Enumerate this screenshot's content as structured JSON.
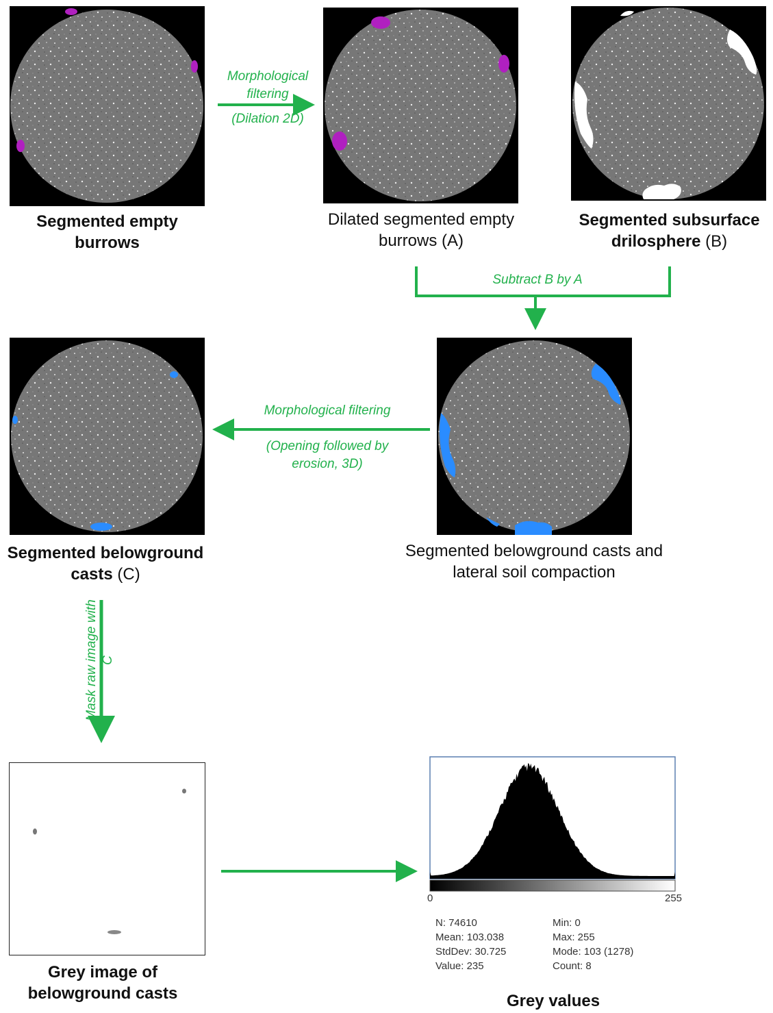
{
  "panels": {
    "empty_burrows": {
      "title_bold": "Segmented empty burrows",
      "title_plain": ""
    },
    "dilated": {
      "title_bold": "",
      "title_plain": "Dilated segmented empty burrows (A)"
    },
    "drilosphere": {
      "title_bold": "Segmented subsurface drilosphere",
      "title_plain": " (B)"
    },
    "casts_compaction": {
      "title_bold": "",
      "title_plain": "Segmented belowground casts and lateral soil compaction"
    },
    "belowground_casts": {
      "title_bold": "Segmented belowground casts",
      "title_plain": " (C)"
    },
    "grey_image": {
      "title_bold": "Grey image of belowground casts",
      "title_plain": ""
    },
    "histogram": {
      "title_bold": "Grey values",
      "title_plain": ""
    }
  },
  "arrows": {
    "dilation": {
      "line1": "Morphological filtering",
      "line2": "(Dilation 2D)"
    },
    "subtract": {
      "label": "Subtract B by A"
    },
    "opening": {
      "line1": "Morphological  filtering",
      "line2": "(Opening  followed  by erosion, 3D)"
    },
    "mask": {
      "label": "Mask raw image with C"
    }
  },
  "histogram": {
    "axis_min": "0",
    "axis_max": "255",
    "stats_left": [
      "N: 74610",
      "Mean: 103.038",
      "StdDev: 30.725",
      "Value: 235"
    ],
    "stats_right": [
      "Min: 0",
      "Max: 255",
      "Mode: 103 (1278)",
      "Count: 8"
    ]
  },
  "colors": {
    "arrow_green": "#22b14c",
    "burrow_purple": "#b020c0",
    "cast_blue": "#2a8cff",
    "drilosphere_white": "#ffffff"
  }
}
